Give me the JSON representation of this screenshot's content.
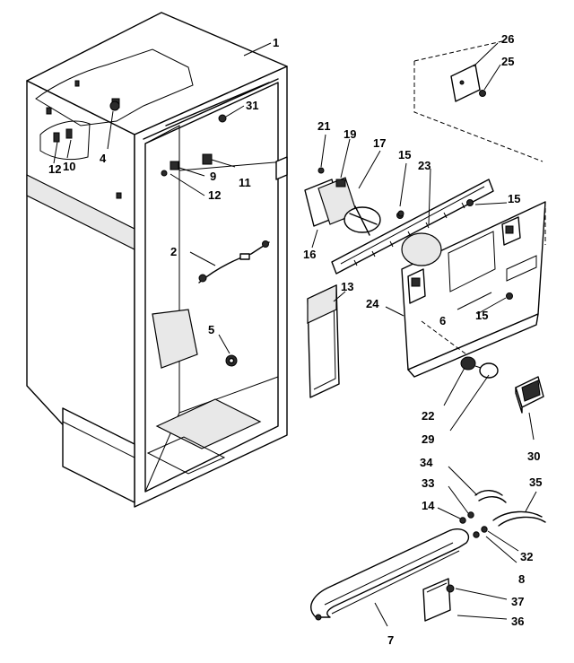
{
  "callouts": {
    "c1": "1",
    "c2": "2",
    "c4": "4",
    "c5": "5",
    "c6": "6",
    "c7": "7",
    "c8": "8",
    "c9": "9",
    "c10": "10",
    "c11": "11",
    "c12a": "12",
    "c12b": "12",
    "c13": "13",
    "c14": "14",
    "c15a": "15",
    "c15b": "15",
    "c15c": "15",
    "c16": "16",
    "c17": "17",
    "c19": "19",
    "c21": "21",
    "c22": "22",
    "c23": "23",
    "c24": "24",
    "c25": "25",
    "c26": "26",
    "c29": "29",
    "c30": "30",
    "c31": "31",
    "c32": "32",
    "c33": "33",
    "c34": "34",
    "c35": "35",
    "c36": "36",
    "c37": "37"
  }
}
